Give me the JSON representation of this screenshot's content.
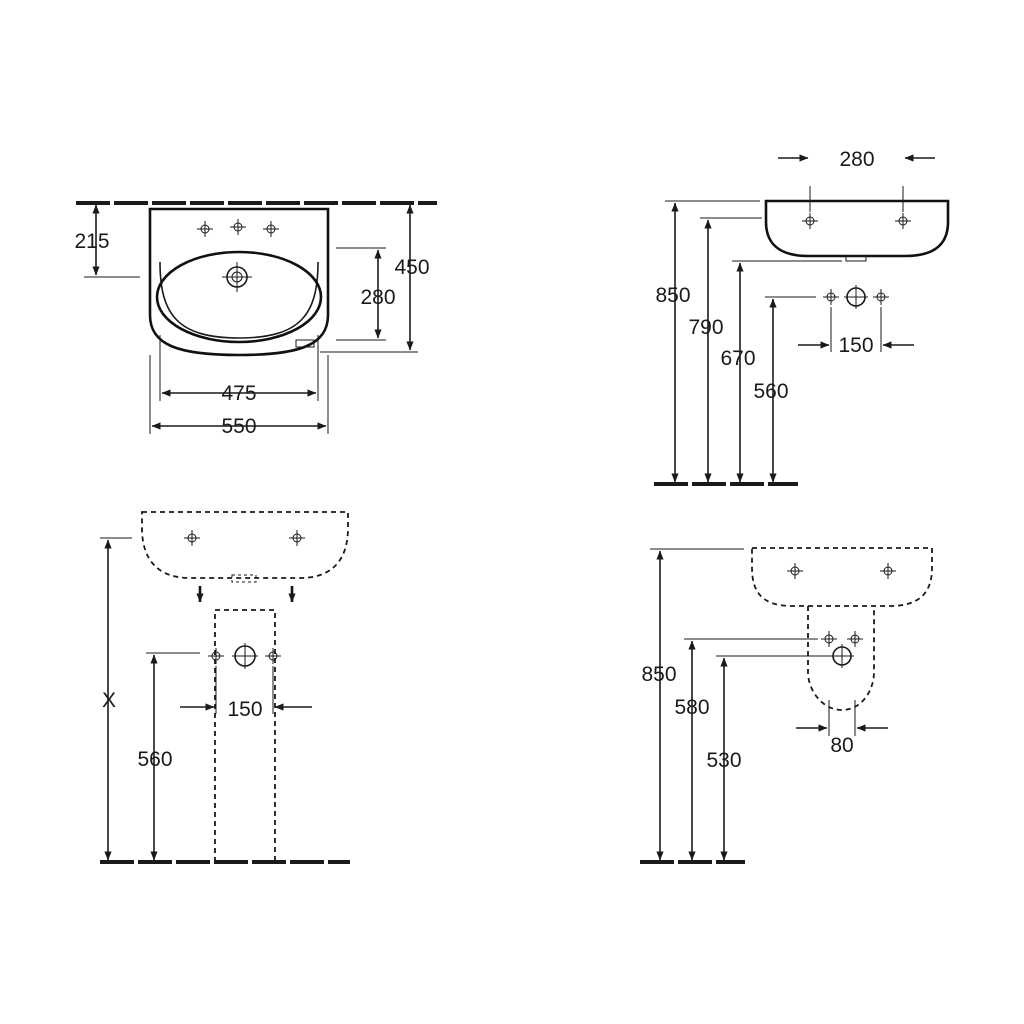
{
  "top_view": {
    "dim_215": "215",
    "dim_450": "450",
    "dim_280": "280",
    "dim_475": "475",
    "dim_550": "550"
  },
  "side_view_wall": {
    "dim_280": "280",
    "dim_850": "850",
    "dim_790": "790",
    "dim_670": "670",
    "dim_560": "560",
    "dim_150": "150"
  },
  "pedestal_view": {
    "dim_x": "X",
    "dim_560": "560",
    "dim_150": "150"
  },
  "half_pedestal_view": {
    "dim_850": "850",
    "dim_580": "580",
    "dim_530": "530",
    "dim_80": "80"
  }
}
